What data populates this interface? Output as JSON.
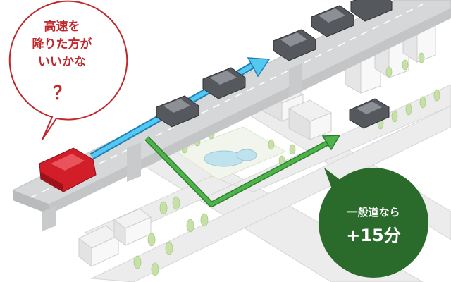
{
  "red_bubble": {
    "lines": [
      "高速を",
      "降りた方が",
      "いいかな"
    ],
    "mark": "？",
    "color": "#c0282d"
  },
  "green_bubble": {
    "line1": "一般道なら",
    "line2": "+15分",
    "color": "#2a6b2c"
  },
  "colors": {
    "highway": "#cfd0d1",
    "road": "#e3e4e5",
    "red_car": "#d11e28",
    "gray_car": "#4a4c50",
    "blue_arrow": "#38b6e6",
    "green_route": "#3c9a3a"
  }
}
